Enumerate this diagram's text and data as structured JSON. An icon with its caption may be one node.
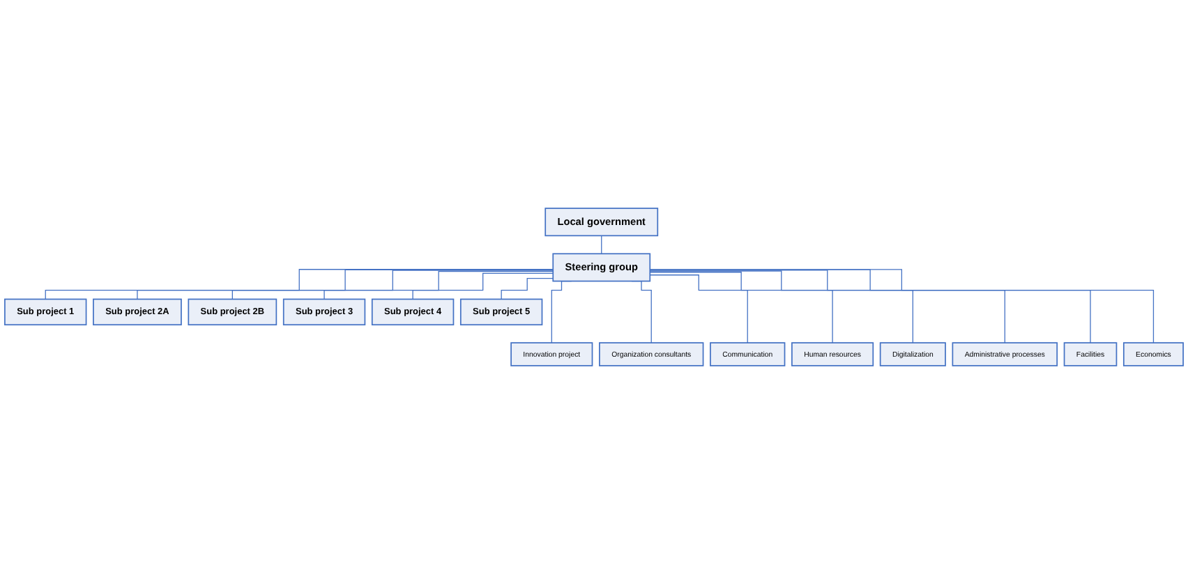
{
  "diagram": {
    "nodes": [
      {
        "text": [
          "Local government"
        ]
      },
      {
        "text": [
          "Steering group"
        ]
      },
      {
        "text": [
          "Sub project 1"
        ]
      },
      {
        "text": [
          "Sub project 2A"
        ]
      },
      {
        "text": [
          "Sub project 2B"
        ]
      },
      {
        "text": [
          "Sub project 3"
        ]
      },
      {
        "text": [
          "Sub project 4"
        ]
      },
      {
        "text": [
          "Sub project 5"
        ]
      },
      {
        "text": [
          "Innovation project"
        ]
      },
      {
        "text": [
          "Organization consultants"
        ]
      },
      {
        "text": [
          "Communication"
        ]
      },
      {
        "text": [
          "Human resources"
        ]
      },
      {
        "text": [
          "Digitalization"
        ]
      },
      {
        "text": [
          "Administrative processes"
        ]
      },
      {
        "text": [
          "Facilities"
        ]
      },
      {
        "text": [
          "Economics"
        ]
      }
    ],
    "edges": [
      {
        "from": 0,
        "to": 1,
        "arrow": "none"
      },
      {
        "from": 1,
        "to": 2,
        "arrow": "none"
      },
      {
        "from": 1,
        "to": 3,
        "arrow": "none"
      },
      {
        "from": 1,
        "to": 4,
        "arrow": "none"
      },
      {
        "from": 1,
        "to": 5,
        "arrow": "none"
      },
      {
        "from": 1,
        "to": 6,
        "arrow": "none"
      },
      {
        "from": 1,
        "to": 7,
        "arrow": "none"
      },
      {
        "from": 1,
        "to": 8,
        "arrow": "none"
      },
      {
        "from": 1,
        "to": 9,
        "arrow": "none"
      },
      {
        "from": 1,
        "to": 10,
        "arrow": "none"
      },
      {
        "from": 1,
        "to": 11,
        "arrow": "none"
      },
      {
        "from": 1,
        "to": 12,
        "arrow": "none"
      },
      {
        "from": 1,
        "to": 13,
        "arrow": "none"
      },
      {
        "from": 1,
        "to": 14,
        "arrow": "none"
      },
      {
        "from": 1,
        "to": 15,
        "arrow": "none"
      }
    ]
  }
}
